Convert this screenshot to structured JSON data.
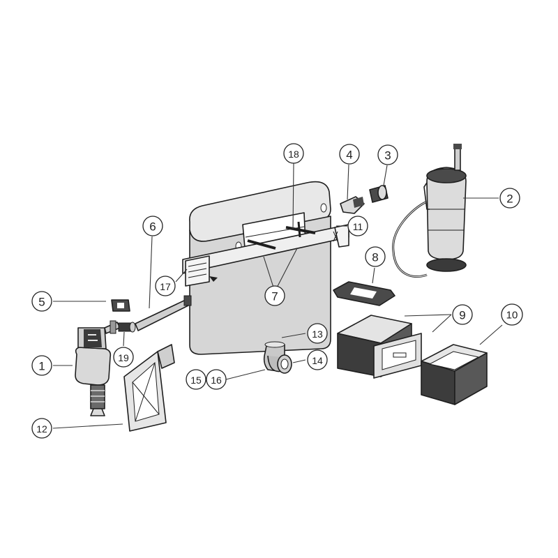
{
  "diagram": {
    "style": "exploded parts diagram",
    "colors": {
      "outline": "#1e1e1e",
      "fill_light": "#e6e6e6",
      "fill_mid": "#bdbdbd",
      "fill_dark": "#4a4a4a",
      "background": "#ffffff"
    }
  },
  "callouts": [
    {
      "id": "c1",
      "label": "1"
    },
    {
      "id": "c2",
      "label": "2"
    },
    {
      "id": "c3",
      "label": "3"
    },
    {
      "id": "c4",
      "label": "4"
    },
    {
      "id": "c5",
      "label": "5"
    },
    {
      "id": "c6",
      "label": "6"
    },
    {
      "id": "c7",
      "label": "7"
    },
    {
      "id": "c8",
      "label": "8"
    },
    {
      "id": "c9",
      "label": "9"
    },
    {
      "id": "c10",
      "label": "10"
    },
    {
      "id": "c11",
      "label": "11"
    },
    {
      "id": "c12",
      "label": "12"
    },
    {
      "id": "c13",
      "label": "13"
    },
    {
      "id": "c14",
      "label": "14"
    },
    {
      "id": "c15",
      "label": "15"
    },
    {
      "id": "c16",
      "label": "16"
    },
    {
      "id": "c17",
      "label": "17"
    },
    {
      "id": "c18",
      "label": "18"
    },
    {
      "id": "c19",
      "label": "19"
    }
  ]
}
